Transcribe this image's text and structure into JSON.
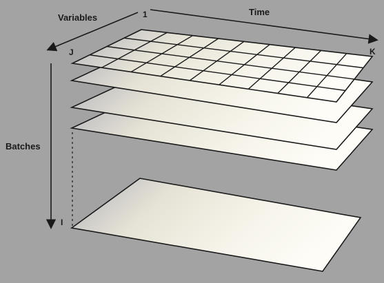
{
  "labels": {
    "variables": "Variables",
    "time": "Time",
    "batches": "Batches",
    "index_variables_start": "1",
    "index_variables_end": "J",
    "index_time_end": "K",
    "index_batches_end": "I"
  },
  "colors": {
    "background": "#a3a3a3",
    "sheet_light": "#fbfaf3",
    "sheet_mid": "#e9e6d8",
    "sheet_shadow": "#b3b3ba",
    "grid_line": "#1a1a1a"
  },
  "grid": {
    "columns": 9,
    "rows": 4
  },
  "sheet_count": 5
}
